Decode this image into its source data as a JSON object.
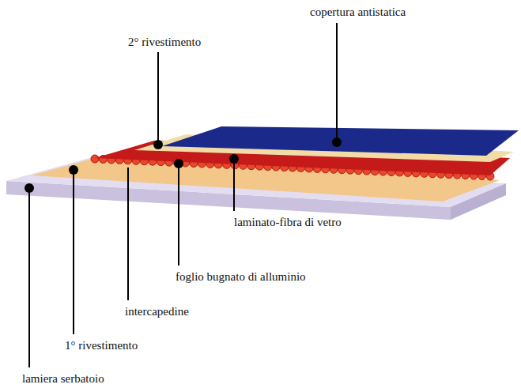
{
  "diagram": {
    "labels": [
      "copertura antistatica",
      "2° rivestimento",
      "laminato-fibra di vetro",
      "foglio bugnato di alluminio",
      "intercapedine",
      "1° rivestimento",
      "lamiera serbatoio"
    ]
  }
}
